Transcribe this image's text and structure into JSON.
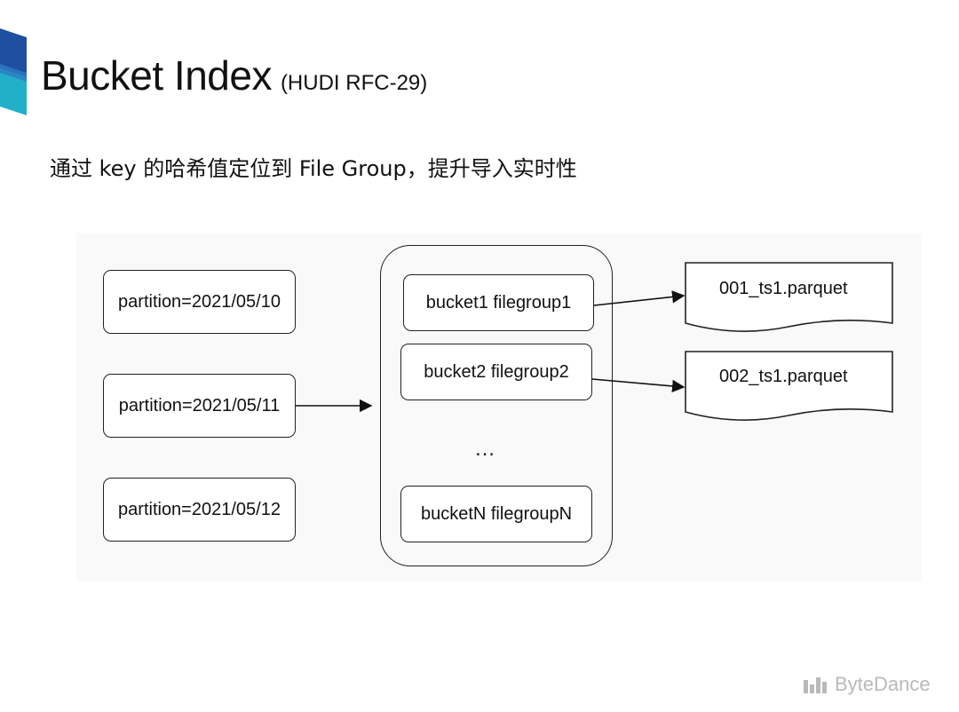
{
  "header": {
    "title": "Bucket Index",
    "title_suffix": "(HUDI RFC-29)",
    "subtitle": "通过 key 的哈希值定位到 File Group，提升导入实时性"
  },
  "diagram": {
    "partitions": [
      "partition=2021/05/10",
      "partition=2021/05/11",
      "partition=2021/05/12"
    ],
    "buckets": [
      "bucket1 filegroup1",
      "bucket2 filegroup2",
      "bucketN filegroupN"
    ],
    "ellipsis": "…",
    "files": [
      "001_ts1.parquet",
      "002_ts1.parquet"
    ]
  },
  "footer": {
    "brand": "ByteDance"
  },
  "colors": {
    "logo_top": "#1f4fa0",
    "logo_bottom": "#22b0c8",
    "box_border": "#222222",
    "brand_gray": "#b9b9b9"
  },
  "icons": {
    "logo": "bytedance-bars-icon",
    "corner": "brand-corner-mark"
  }
}
